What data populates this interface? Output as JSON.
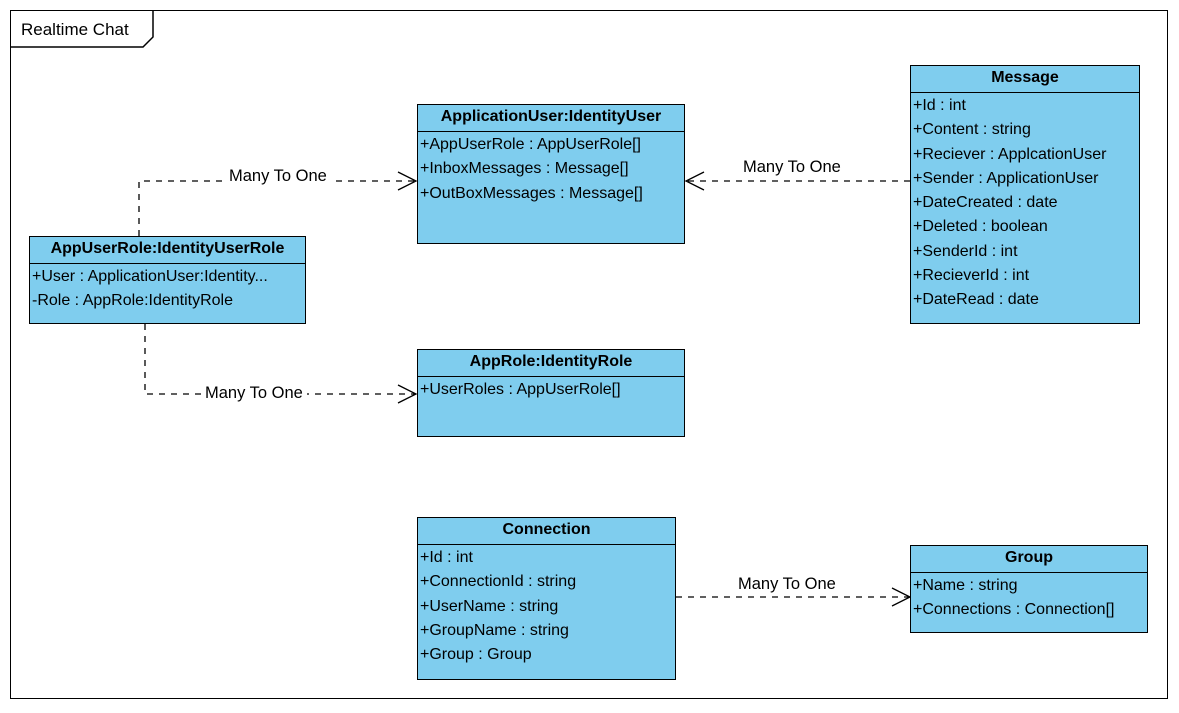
{
  "frame": {
    "title": "Realtime Chat"
  },
  "classes": {
    "application_user": {
      "name": "ApplicationUser:IdentityUser",
      "attributes": [
        "+AppUserRole : AppUserRole[]",
        "+InboxMessages : Message[]",
        "+OutBoxMessages : Message[]"
      ]
    },
    "message": {
      "name": "Message",
      "attributes": [
        "+Id : int",
        "+Content : string",
        "+Reciever : ApplcationUser",
        "+Sender : ApplicationUser",
        "+DateCreated : date",
        "+Deleted : boolean",
        "+SenderId : int",
        "+RecieverId : int",
        "+DateRead : date"
      ]
    },
    "app_user_role": {
      "name": "AppUserRole:IdentityUserRole",
      "attributes": [
        "+User : ApplicationUser:Identity...",
        "-Role : AppRole:IdentityRole"
      ]
    },
    "app_role": {
      "name": "AppRole:IdentityRole",
      "attributes": [
        "+UserRoles : AppUserRole[]"
      ]
    },
    "connection": {
      "name": "Connection",
      "attributes": [
        "+Id : int",
        "+ConnectionId : string",
        "+UserName : string",
        "+GroupName : string",
        "+Group : Group"
      ]
    },
    "group": {
      "name": "Group",
      "attributes": [
        "+Name : string",
        "+Connections : Connection[]"
      ]
    }
  },
  "relations": {
    "userrole_to_user": "Many To One",
    "message_to_user": "Many To One",
    "userrole_to_role": "Many To One",
    "connection_to_group": "Many To One"
  }
}
